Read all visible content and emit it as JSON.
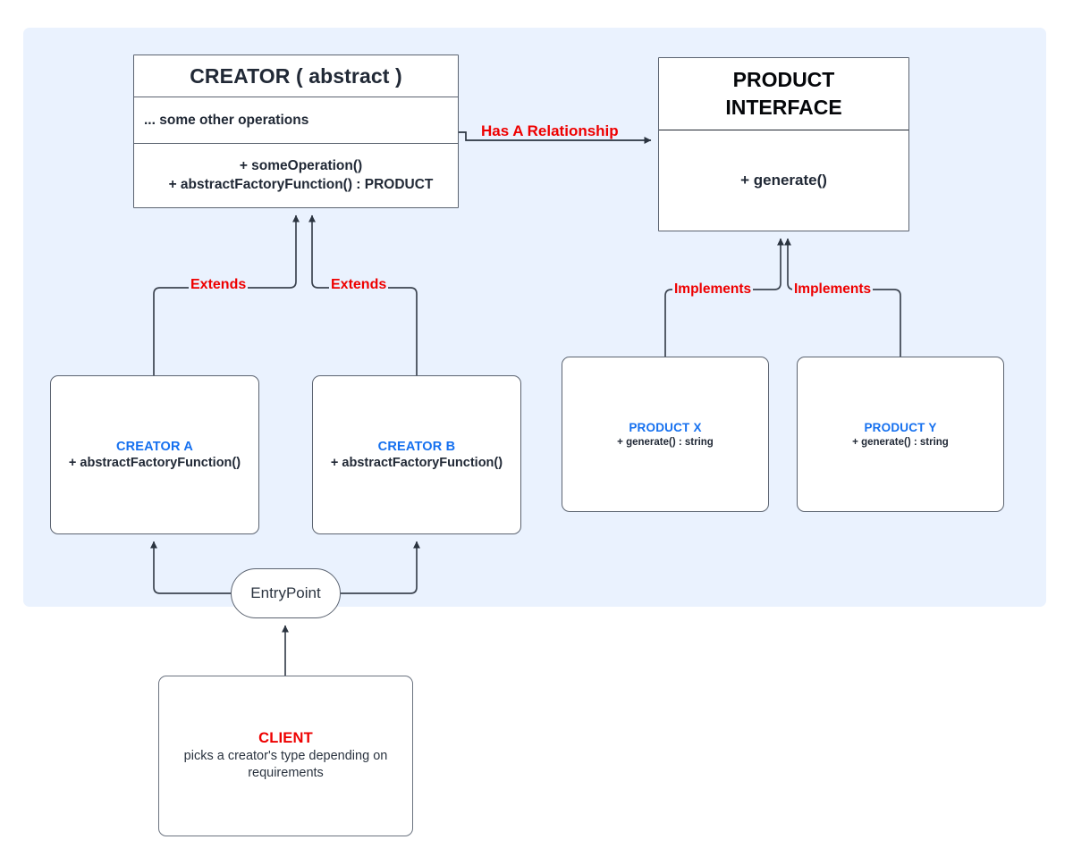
{
  "diagram": {
    "title": "Factory Method / Abstract Factory UML class diagram",
    "panel_color": "#eaf2fe",
    "accent_blue": "#1570ef",
    "accent_red": "#ee0000",
    "line_color": "#3c4450"
  },
  "nodes": {
    "creator_abstract": {
      "title": "CREATOR ( abstract )",
      "operations_note": "... some other operations",
      "methods": [
        "+ someOperation()",
        "+ abstractFactoryFunction() : PRODUCT"
      ]
    },
    "product_interface": {
      "title_line1": "PRODUCT",
      "title_line2": "INTERFACE",
      "method": "+ generate()"
    },
    "creator_a": {
      "title": "CREATOR A",
      "method": "+ abstractFactoryFunction()"
    },
    "creator_b": {
      "title": "CREATOR B",
      "method": "+ abstractFactoryFunction()"
    },
    "product_x": {
      "title": "PRODUCT X",
      "method": "+ generate() : string"
    },
    "product_y": {
      "title": "PRODUCT Y",
      "method": "+ generate() : string"
    },
    "entry_point": {
      "label": "EntryPoint"
    },
    "client": {
      "title": "CLIENT",
      "description": "picks a creator's type depending on requirements"
    }
  },
  "edges": {
    "has_a_relationship": "Has A Relationship",
    "extends_a": "Extends",
    "extends_b": "Extends",
    "implements_x": "Implements",
    "implements_y": "Implements"
  }
}
